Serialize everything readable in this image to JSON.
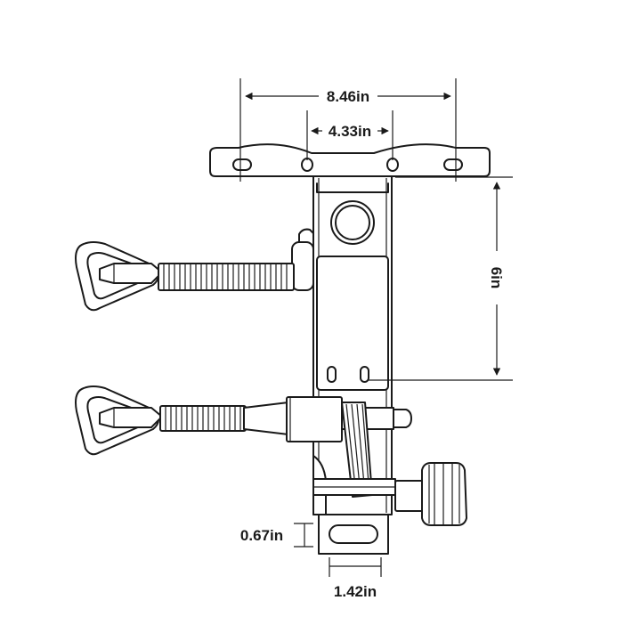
{
  "diagram": {
    "dimensions": {
      "mount_width": "8.46in",
      "inner_holes": "4.33in",
      "plate_height": "6in",
      "slot_height": "0.67in",
      "slot_width": "1.42in"
    },
    "colors": {
      "line": "#1a1a1a",
      "background": "#ffffff"
    }
  }
}
